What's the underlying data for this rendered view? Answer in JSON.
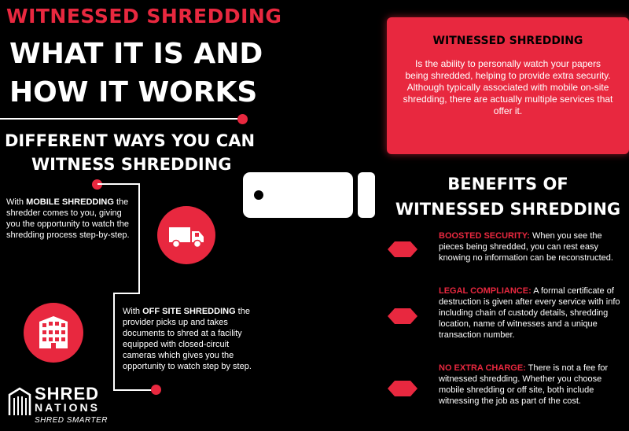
{
  "header": {
    "kicker": "WITNESSED SHREDDING",
    "title_line1": "WHAT IT IS AND",
    "title_line2": "HOW IT WORKS"
  },
  "ways": {
    "heading_line1": "DIFFERENT WAYS YOU CAN",
    "heading_line2": "WITNESS SHREDDING",
    "mobile": {
      "pre": "With ",
      "strong": "MOBILE SHREDDING",
      "rest": " the shredder comes to you, giving you the opportunity to watch the shredding process step-by-step."
    },
    "offsite": {
      "pre": "With ",
      "strong": "OFF SITE SHREDDING",
      "rest": " the provider picks up and takes documents to shred at a facility equipped with closed-circuit cameras which gives you the opportunity to watch step by step."
    },
    "icons": [
      "truck-icon",
      "building-icon"
    ]
  },
  "definition": {
    "title": "WITNESSED SHREDDING",
    "body": "Is the ability to personally watch your papers being shredded, helping to provide extra security. Although typically associated with mobile on-site shredding, there are actually multiple services that offer it."
  },
  "benefits": {
    "heading_line1": "BENEFITS OF",
    "heading_line2": "WITNESSED SHREDDING",
    "items": [
      {
        "label": "BOOSTED SECURITY:",
        "text": " When you see the pieces being shredded, you can rest easy knowing no information can be reconstructed."
      },
      {
        "label": "LEGAL COMPLIANCE:",
        "text": " A formal certificate of destruction is given after every service with info including chain of custody details, shredding location, name of witnesses and a unique transaction number."
      },
      {
        "label": "NO EXTRA CHARGE:",
        "text": " There is not a fee for witnessed shredding. Whether you choose mobile shredding or off site, both include witnessing the job as part of the cost."
      }
    ]
  },
  "logo": {
    "name": "SHRED",
    "name2": "NATIONS",
    "tagline": "SHRED SMARTER"
  },
  "colors": {
    "accent": "#e8283f",
    "background": "#000000",
    "text": "#ffffff"
  }
}
